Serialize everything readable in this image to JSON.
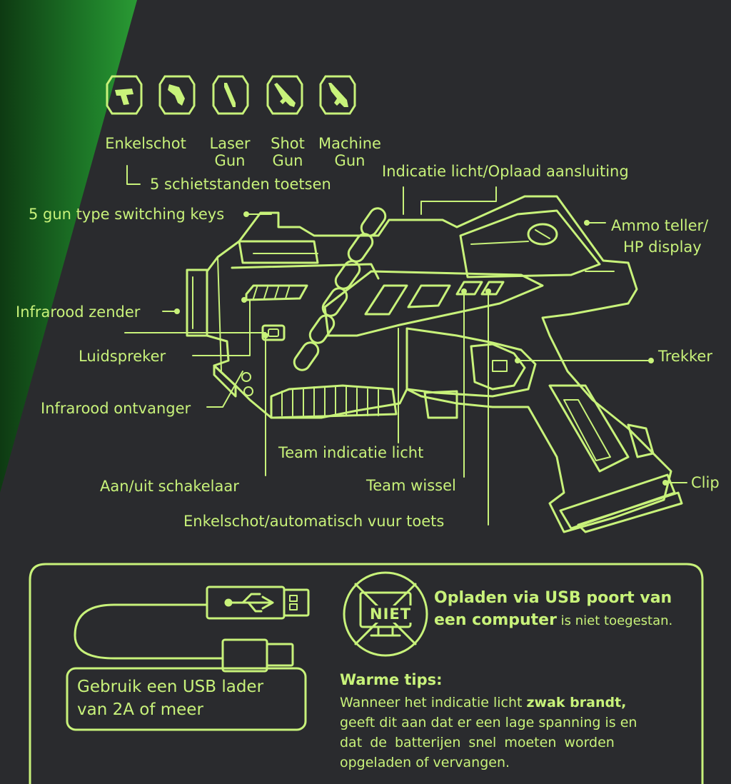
{
  "mode_keys": {
    "modes": [
      {
        "label": "Enkelschot",
        "icon": "pistol-icon"
      },
      {
        "label": "Laser Gun",
        "icon": "laser-gun-icon"
      },
      {
        "label": "Shot Gun",
        "icon": "shot-gun-icon"
      },
      {
        "label": "Machine Gun",
        "icon": "machine-gun-icon"
      }
    ],
    "caption": "5 schietstanden toetsen"
  },
  "labels": {
    "gun_type_keys": "5 gun type switching keys",
    "indicator_charge": "Indicatie licht/Oplaad aansluiting",
    "ammo_line1": "Ammo teller/",
    "ammo_line2": "HP display",
    "infrared_emitter": "Infrarood zender",
    "speaker": "Luidspreker",
    "trigger": "Trekker",
    "infrared_receiver": "Infrarood ontvanger",
    "team_light": "Team indicatie licht",
    "power_switch": "Aan/uit schakelaar",
    "team_switch": "Team wissel",
    "clip": "Clip",
    "fire_mode_key": "Enkelschot/automatisch vuur toets"
  },
  "info_box": {
    "usb_advice_line1": "Gebruik een USB lader",
    "usb_advice_line2": "van 2A of meer",
    "not_label": "NIET",
    "warning_bold1": "Opladen via USB poort van",
    "warning_bold2": "een computer",
    "warning_rest": " is niet toegestan.",
    "tips_title": "Warme tips:",
    "tips_line1a": "Wanneer het indicatie licht ",
    "tips_line1b": "zwak brandt,",
    "tips_line2": "geeft dit aan dat er een lage spanning is en",
    "tips_line3": "dat de batterijen snel moeten worden",
    "tips_line4": "opgeladen of vervangen."
  },
  "colors": {
    "accent": "#c8f27a",
    "background": "#2a2b2e",
    "green_band": "#1f8a2c"
  }
}
